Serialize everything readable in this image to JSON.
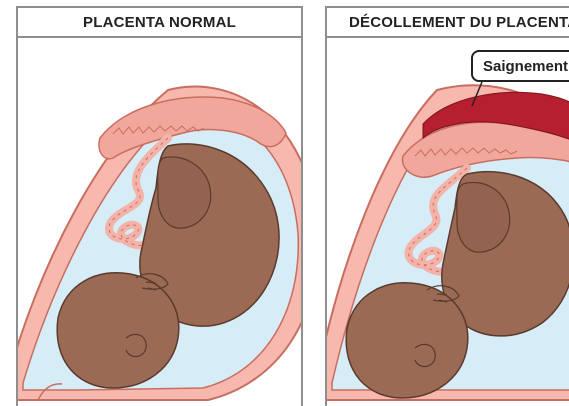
{
  "panels": {
    "normal": {
      "title": "PLACENTA NORMAL"
    },
    "abruption": {
      "title": "DÉCOLLEMENT DU PLACENTA",
      "callout": "Saignement"
    }
  },
  "colors": {
    "uterus_wall": "#f7b9ad",
    "uterus_outline": "#c96d61",
    "amniotic_fluid": "#d6ecf7",
    "placenta": "#f2a79d",
    "fetus_skin": "#9a6a55",
    "fetus_outline": "#5a3a2e",
    "umbilical_cord": "#f3b3a8",
    "blood_clot": "#b51f2e",
    "panel_border": "#8e8e8e"
  }
}
